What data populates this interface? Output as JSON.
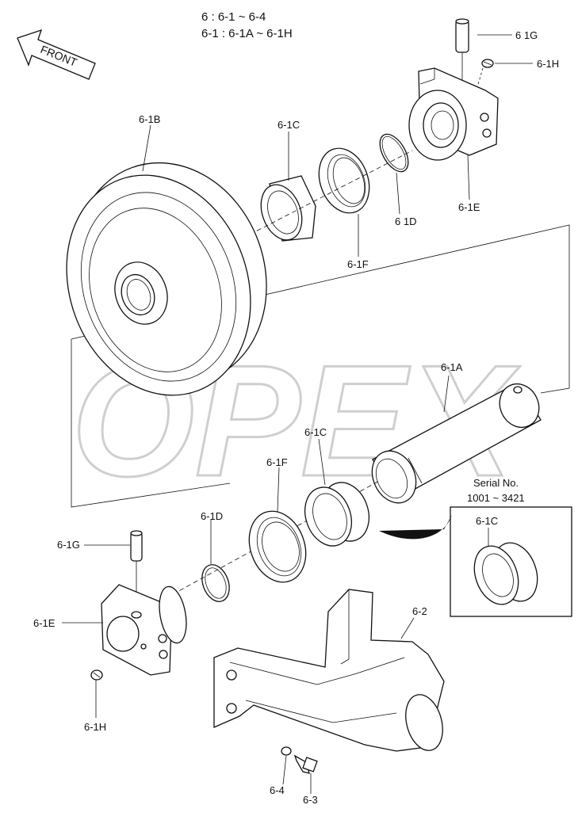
{
  "header": {
    "line1": "6 : 6-1 ~ 6-4",
    "line2": "6-1 : 6-1A ~ 6-1H"
  },
  "front_arrow": {
    "label": "FRONT"
  },
  "watermark": {
    "text": "OPEX"
  },
  "inset": {
    "title_line1": "Serial No.",
    "title_line2": "1001 ~ 3421",
    "label": "6-1C"
  },
  "labels": {
    "l_6_1G_top": "6 1G",
    "l_6_1H_top": "6-1H",
    "l_6_1B": "6-1B",
    "l_6_1C_top": "6-1C",
    "l_6_1D_top": "6 1D",
    "l_6_1E_top": "6-1E",
    "l_6_1F_top": "6-1F",
    "l_6_1A": "6-1A",
    "l_6_1C_mid": "6-1C",
    "l_6_1F_mid": "6-1F",
    "l_6_1D_mid": "6-1D",
    "l_6_1G_bot": "6-1G",
    "l_6_1E_bot": "6-1E",
    "l_6_1H_bot": "6-1H",
    "l_6_2": "6-2",
    "l_6_4": "6-4",
    "l_6_3": "6-3"
  }
}
